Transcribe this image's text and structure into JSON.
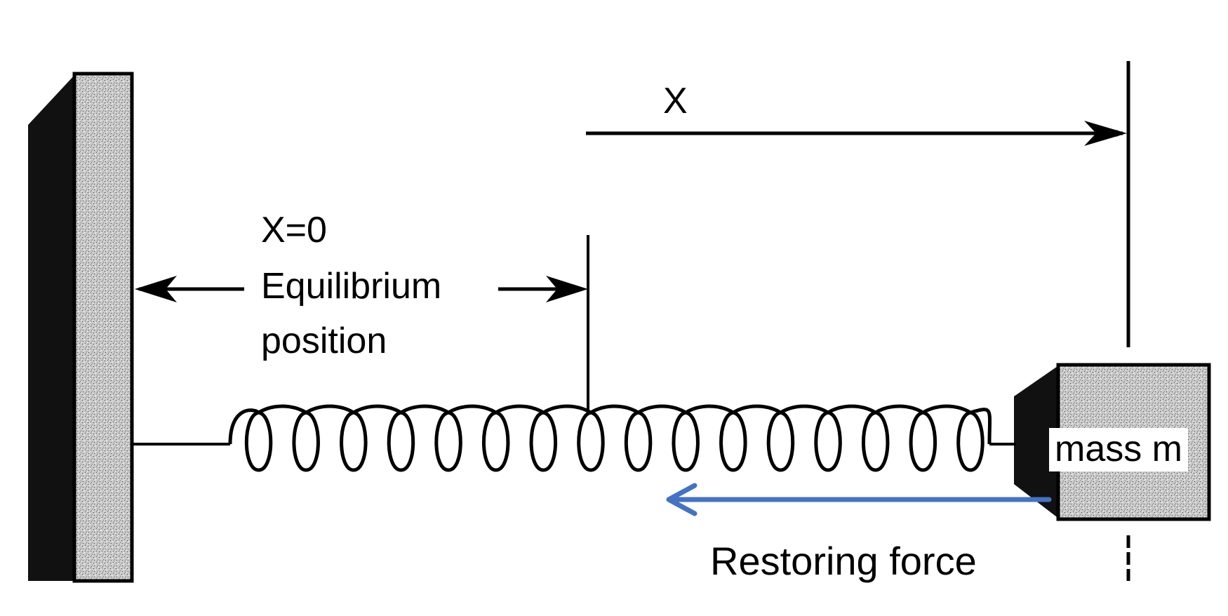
{
  "diagram": {
    "displacement_label": "X",
    "equilibrium_label_line1": "X=0",
    "equilibrium_label_line2": "Equilibrium",
    "equilibrium_label_line3": "position",
    "mass_label": "mass m",
    "force_label": "Restoring force",
    "colors": {
      "ink": "#000000",
      "wall_fill": "#bdbdbd",
      "force_arrow": "#4472c4",
      "background": "#ffffff"
    },
    "spring_coil_count": 16
  }
}
